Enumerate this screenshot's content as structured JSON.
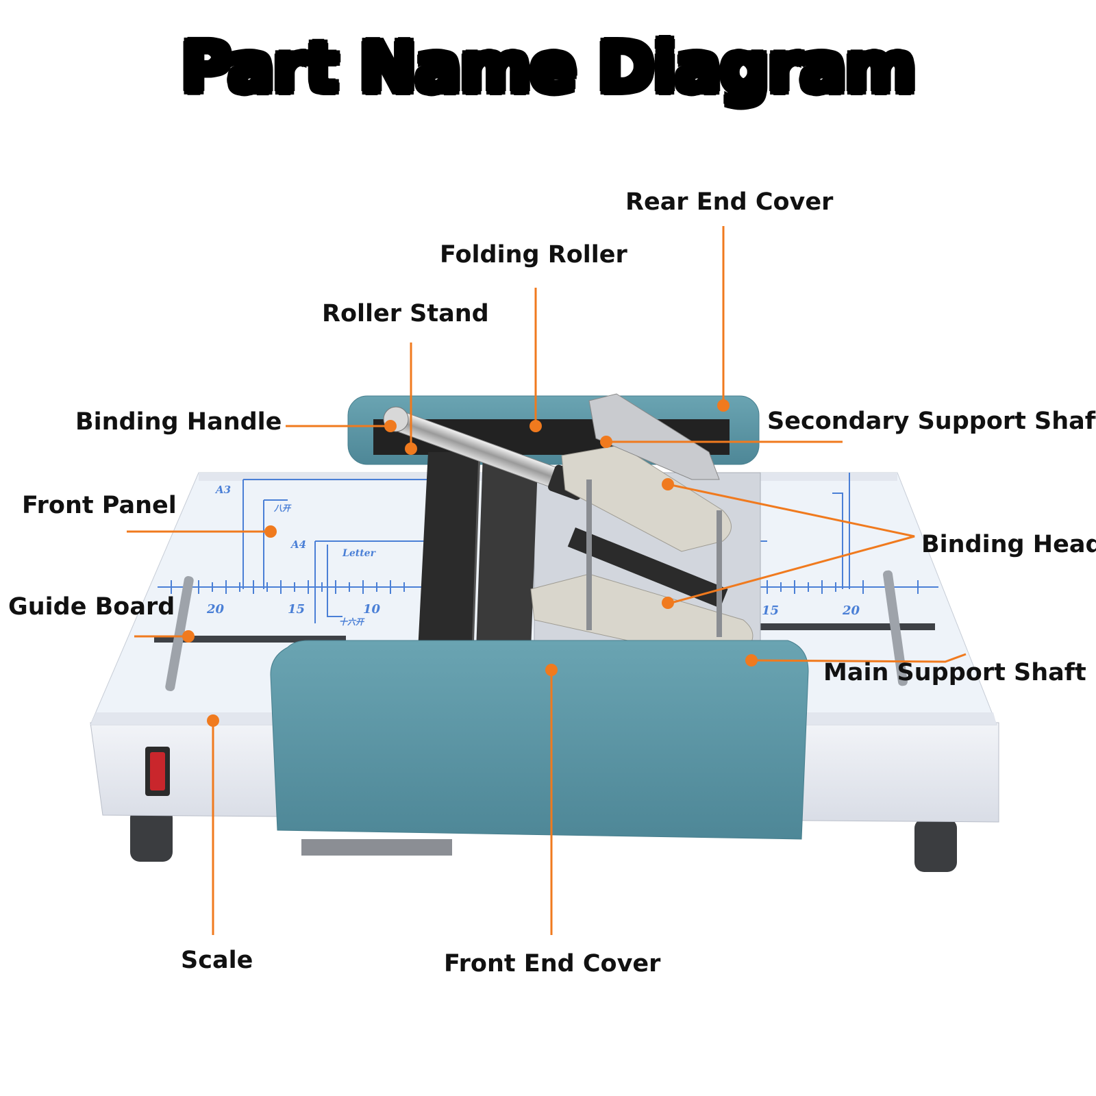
{
  "title": "Part Name Diagram",
  "labels": {
    "rear_end_cover": "Rear End Cover",
    "folding_roller": "Folding Roller",
    "roller_stand": "Roller Stand",
    "binding_handle": "Binding Handle",
    "secondary_support_shaft": "Secondary Support Shaft",
    "front_panel": "Front Panel",
    "binding_head": "Binding Head",
    "guide_board": "Guide Board",
    "main_support_shaft": "Main Support Shaft",
    "scale": "Scale",
    "front_end_cover": "Front End Cover"
  },
  "panel_markings": {
    "a3": "A3",
    "a4": "A4",
    "letter": "Letter",
    "six_open": "八开",
    "sixteen_open": "十六开",
    "num_20_left": "20",
    "num_15_left": "15",
    "num_10_left": "10",
    "num_15_right": "15",
    "num_20_right": "20"
  },
  "colors": {
    "callout": "#f07a1e",
    "cover_teal": "#5d97a6",
    "panel_white": "#eef3f9",
    "guide_blue": "#4a7fd6",
    "roller_black": "#2b2b2b",
    "head_beige": "#d9d6cc",
    "switch_red": "#c9262c"
  }
}
